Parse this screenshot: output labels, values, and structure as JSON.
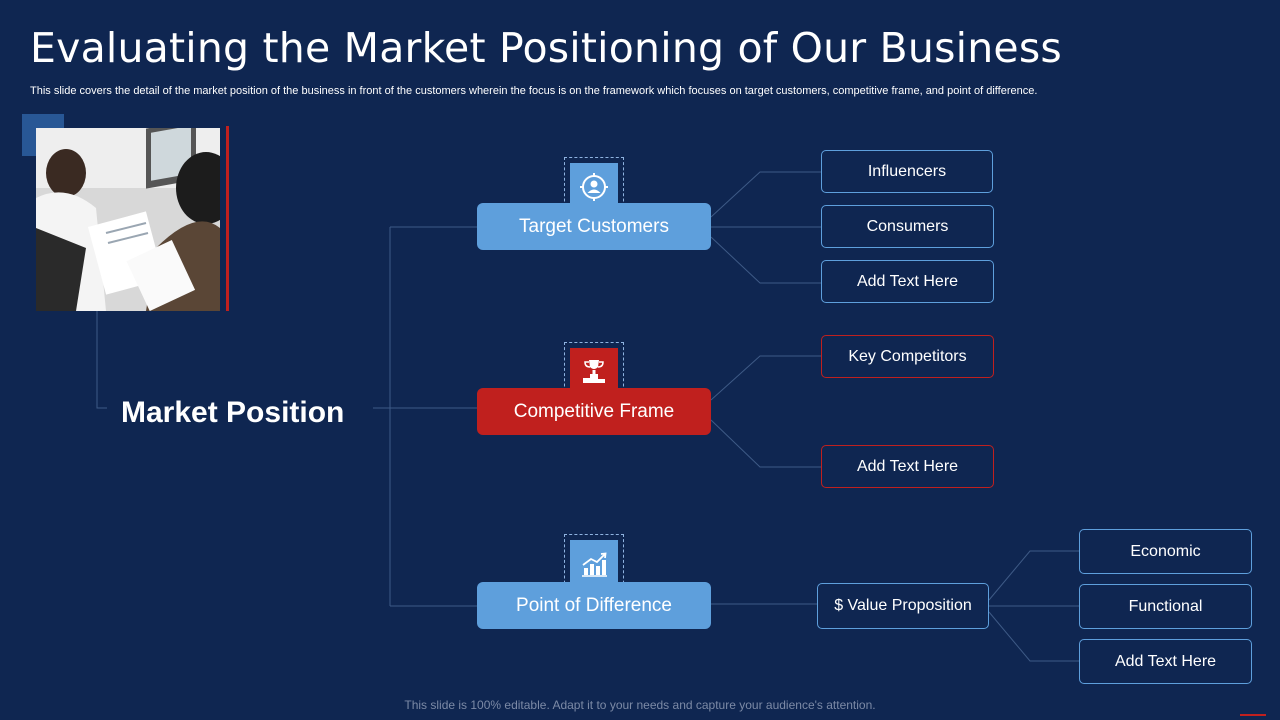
{
  "title": "Evaluating the Market Positioning of Our Business",
  "subtitle": "This slide covers the detail of the market position of the business in front of the customers wherein the focus is on the framework which focuses on target customers, competitive frame, and point of difference.",
  "root": "Market Position",
  "branches": [
    {
      "label": "Target Customers",
      "icon": "target-user-icon",
      "color": "#5e9fdc",
      "children": [
        "Influencers",
        "Consumers",
        "Add Text Here"
      ]
    },
    {
      "label": "Competitive Frame",
      "icon": "trophy-podium-icon",
      "color": "#c0201e",
      "children": [
        "Key Competitors",
        "Add Text Here"
      ]
    },
    {
      "label": "Point of Difference",
      "icon": "growth-chart-icon",
      "color": "#5e9fdc",
      "children": [
        "$ Value Proposition"
      ],
      "grandchildren": [
        "Economic",
        "Functional",
        "Add Text Here"
      ]
    }
  ],
  "footer": "This slide is 100% editable. Adapt it to your needs and capture your audience's attention.",
  "colors": {
    "background": "#0f2651",
    "blue": "#5e9fdc",
    "red": "#c0201e"
  }
}
